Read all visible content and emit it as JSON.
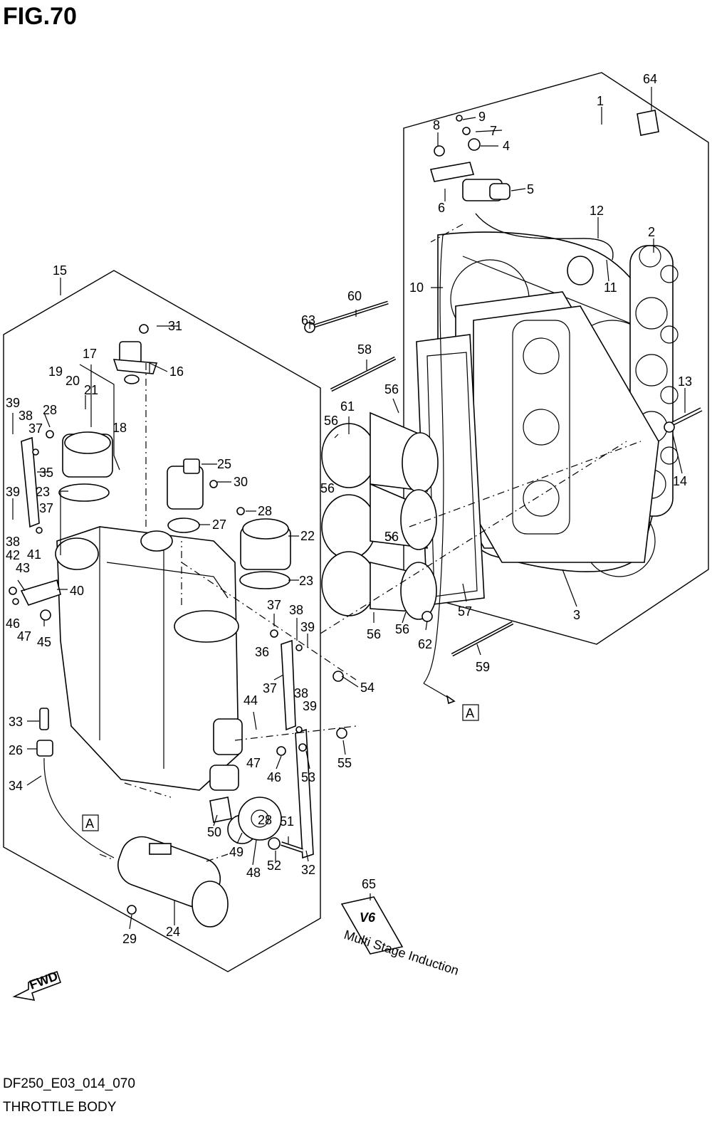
{
  "header": {
    "figure_title": "FIG.70"
  },
  "footer": {
    "drawing_code": "DF250_E03_014_070",
    "section_name": "THROTTLE BODY"
  },
  "markers": {
    "reference_letter": "A",
    "fwd_label": "FWD"
  },
  "decal": {
    "badge_text": "V6",
    "badge_subtext": "Multi Stage Induction"
  },
  "parts": [
    {
      "id": "p1",
      "num": "1"
    },
    {
      "id": "p2",
      "num": "2"
    },
    {
      "id": "p3",
      "num": "3"
    },
    {
      "id": "p4",
      "num": "4"
    },
    {
      "id": "p5",
      "num": "5"
    },
    {
      "id": "p6",
      "num": "6"
    },
    {
      "id": "p7",
      "num": "7"
    },
    {
      "id": "p8",
      "num": "8"
    },
    {
      "id": "p9",
      "num": "9"
    },
    {
      "id": "p10",
      "num": "10"
    },
    {
      "id": "p11",
      "num": "11"
    },
    {
      "id": "p12",
      "num": "12"
    },
    {
      "id": "p13",
      "num": "13"
    },
    {
      "id": "p14",
      "num": "14"
    },
    {
      "id": "p15",
      "num": "15"
    },
    {
      "id": "p16",
      "num": "16"
    },
    {
      "id": "p17",
      "num": "17"
    },
    {
      "id": "p18",
      "num": "18"
    },
    {
      "id": "p19",
      "num": "19"
    },
    {
      "id": "p20",
      "num": "20"
    },
    {
      "id": "p21",
      "num": "21"
    },
    {
      "id": "p22",
      "num": "22"
    },
    {
      "id": "p23a",
      "num": "23"
    },
    {
      "id": "p23b",
      "num": "23"
    },
    {
      "id": "p24",
      "num": "24"
    },
    {
      "id": "p25",
      "num": "25"
    },
    {
      "id": "p26",
      "num": "26"
    },
    {
      "id": "p27",
      "num": "27"
    },
    {
      "id": "p28a",
      "num": "28"
    },
    {
      "id": "p28b",
      "num": "28"
    },
    {
      "id": "p28c",
      "num": "28"
    },
    {
      "id": "p29",
      "num": "29"
    },
    {
      "id": "p30",
      "num": "30"
    },
    {
      "id": "p31",
      "num": "31"
    },
    {
      "id": "p32",
      "num": "32"
    },
    {
      "id": "p33",
      "num": "33"
    },
    {
      "id": "p34",
      "num": "34"
    },
    {
      "id": "p35",
      "num": "35"
    },
    {
      "id": "p36",
      "num": "36"
    },
    {
      "id": "p37a",
      "num": "37"
    },
    {
      "id": "p37b",
      "num": "37"
    },
    {
      "id": "p37c",
      "num": "37"
    },
    {
      "id": "p37d",
      "num": "37"
    },
    {
      "id": "p38a",
      "num": "38"
    },
    {
      "id": "p38b",
      "num": "38"
    },
    {
      "id": "p38c",
      "num": "38"
    },
    {
      "id": "p38d",
      "num": "38"
    },
    {
      "id": "p39a",
      "num": "39"
    },
    {
      "id": "p39b",
      "num": "39"
    },
    {
      "id": "p39c",
      "num": "39"
    },
    {
      "id": "p39d",
      "num": "39"
    },
    {
      "id": "p40",
      "num": "40"
    },
    {
      "id": "p41",
      "num": "41"
    },
    {
      "id": "p42",
      "num": "42"
    },
    {
      "id": "p43",
      "num": "43"
    },
    {
      "id": "p44",
      "num": "44"
    },
    {
      "id": "p45",
      "num": "45"
    },
    {
      "id": "p46a",
      "num": "46"
    },
    {
      "id": "p46b",
      "num": "46"
    },
    {
      "id": "p47a",
      "num": "47"
    },
    {
      "id": "p47b",
      "num": "47"
    },
    {
      "id": "p48",
      "num": "48"
    },
    {
      "id": "p49",
      "num": "49"
    },
    {
      "id": "p50",
      "num": "50"
    },
    {
      "id": "p51",
      "num": "51"
    },
    {
      "id": "p52",
      "num": "52"
    },
    {
      "id": "p53",
      "num": "53"
    },
    {
      "id": "p54",
      "num": "54"
    },
    {
      "id": "p55",
      "num": "55"
    },
    {
      "id": "p56a",
      "num": "56"
    },
    {
      "id": "p56b",
      "num": "56"
    },
    {
      "id": "p56c",
      "num": "56"
    },
    {
      "id": "p56d",
      "num": "56"
    },
    {
      "id": "p56e",
      "num": "56"
    },
    {
      "id": "p56f",
      "num": "56"
    },
    {
      "id": "p57",
      "num": "57"
    },
    {
      "id": "p58",
      "num": "58"
    },
    {
      "id": "p59",
      "num": "59"
    },
    {
      "id": "p60",
      "num": "60"
    },
    {
      "id": "p61",
      "num": "61"
    },
    {
      "id": "p62",
      "num": "62"
    },
    {
      "id": "p63",
      "num": "63"
    },
    {
      "id": "p64",
      "num": "64"
    },
    {
      "id": "p65",
      "num": "65"
    }
  ]
}
